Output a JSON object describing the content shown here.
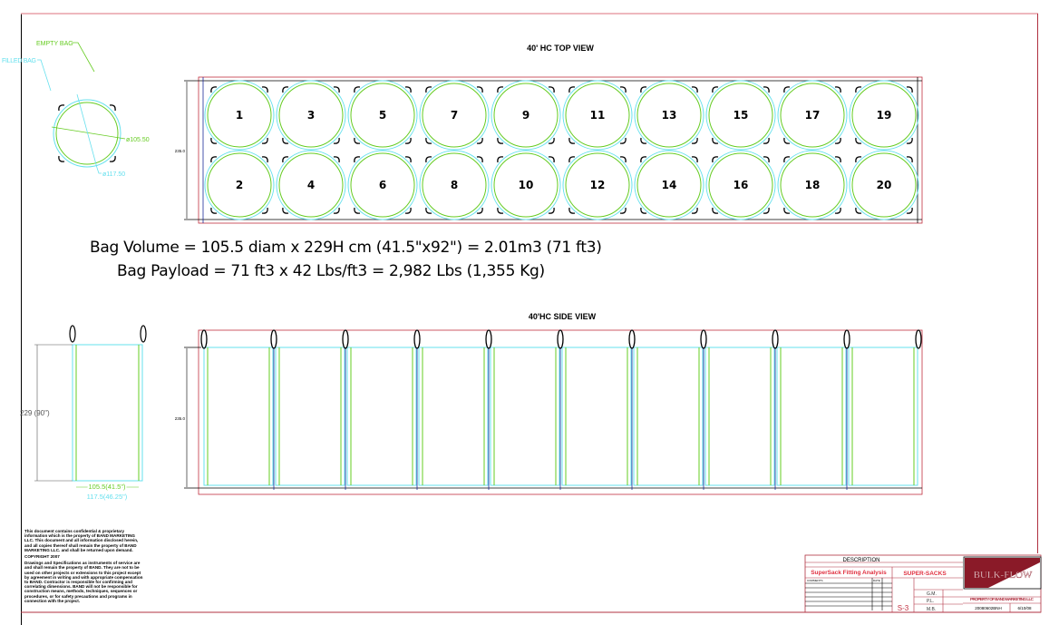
{
  "colors": {
    "frame": "#b03040",
    "container": "#c03040",
    "inner": "#1a2a9a",
    "filled_bag": "#66e0ee",
    "empty_bag": "#66cc22",
    "black": "#000000"
  },
  "top_view": {
    "title": "40' HC TOP VIEW",
    "width_dim": "235.0",
    "bags": [
      "1",
      "2",
      "3",
      "4",
      "5",
      "6",
      "7",
      "8",
      "9",
      "10",
      "11",
      "12",
      "13",
      "14",
      "15",
      "16",
      "17",
      "18",
      "19",
      "20"
    ]
  },
  "side_view": {
    "title": "40'HC SIDE VIEW",
    "height_dim": "235.0"
  },
  "bag_detail": {
    "empty_label": "EMPTY BAG",
    "filled_label": "FILLED BAG",
    "empty_diam": "ø105.50",
    "filled_diam": "ø117.50",
    "height": "229 (90\")",
    "width_empty": "105.5(41.5\")",
    "width_filled": "117.5(46.25\")"
  },
  "formulas": {
    "volume": "Bag Volume = 105.5 diam x 229H cm (41.5\"x92\") = 2.01m3 (71 ft3)",
    "payload": "Bag Payload = 71 ft3 x 42 Lbs/ft3 = 2,982 Lbs (1,355 Kg)"
  },
  "notes": {
    "confidential": "This document contains confidential & proprietary information which is the property of BAND MARKETING LLC. This document and all information disclosed herein, and all copies thereof shall remain the property of BAND MARKETING LLC. and shall be returned upon demand.",
    "copyright": "COPYRIGHT 2007",
    "drawings": "Drawings and Specifications as instruments of service are and shall remain the property of BAND. They are not to be used on other projects or extensions to this project except by agreement in writing and with appropriate compensation to BAND. Contractor is responsible for confirming and correlating dimensions. BAND will not be responsible for construction means, methods, techniques, sequences or procedures, or for safety precautions and programs in connection with the project."
  },
  "title_block": {
    "description_label": "DESCRIPTION",
    "description": "SuperSack Fitting Analysis",
    "product": "SUPER-SACKS",
    "comments_label": "COMMENTS",
    "date_label": "DATE",
    "drawn": "G.M.",
    "checked": "P.L.",
    "approved": "M.B.",
    "sheet": "S-3",
    "property": "PROPERTY OF BAND MARKETING LLC",
    "drawing_no": "20080602BNH",
    "date": "6/10/08",
    "logo": "BULK-FLOW"
  }
}
